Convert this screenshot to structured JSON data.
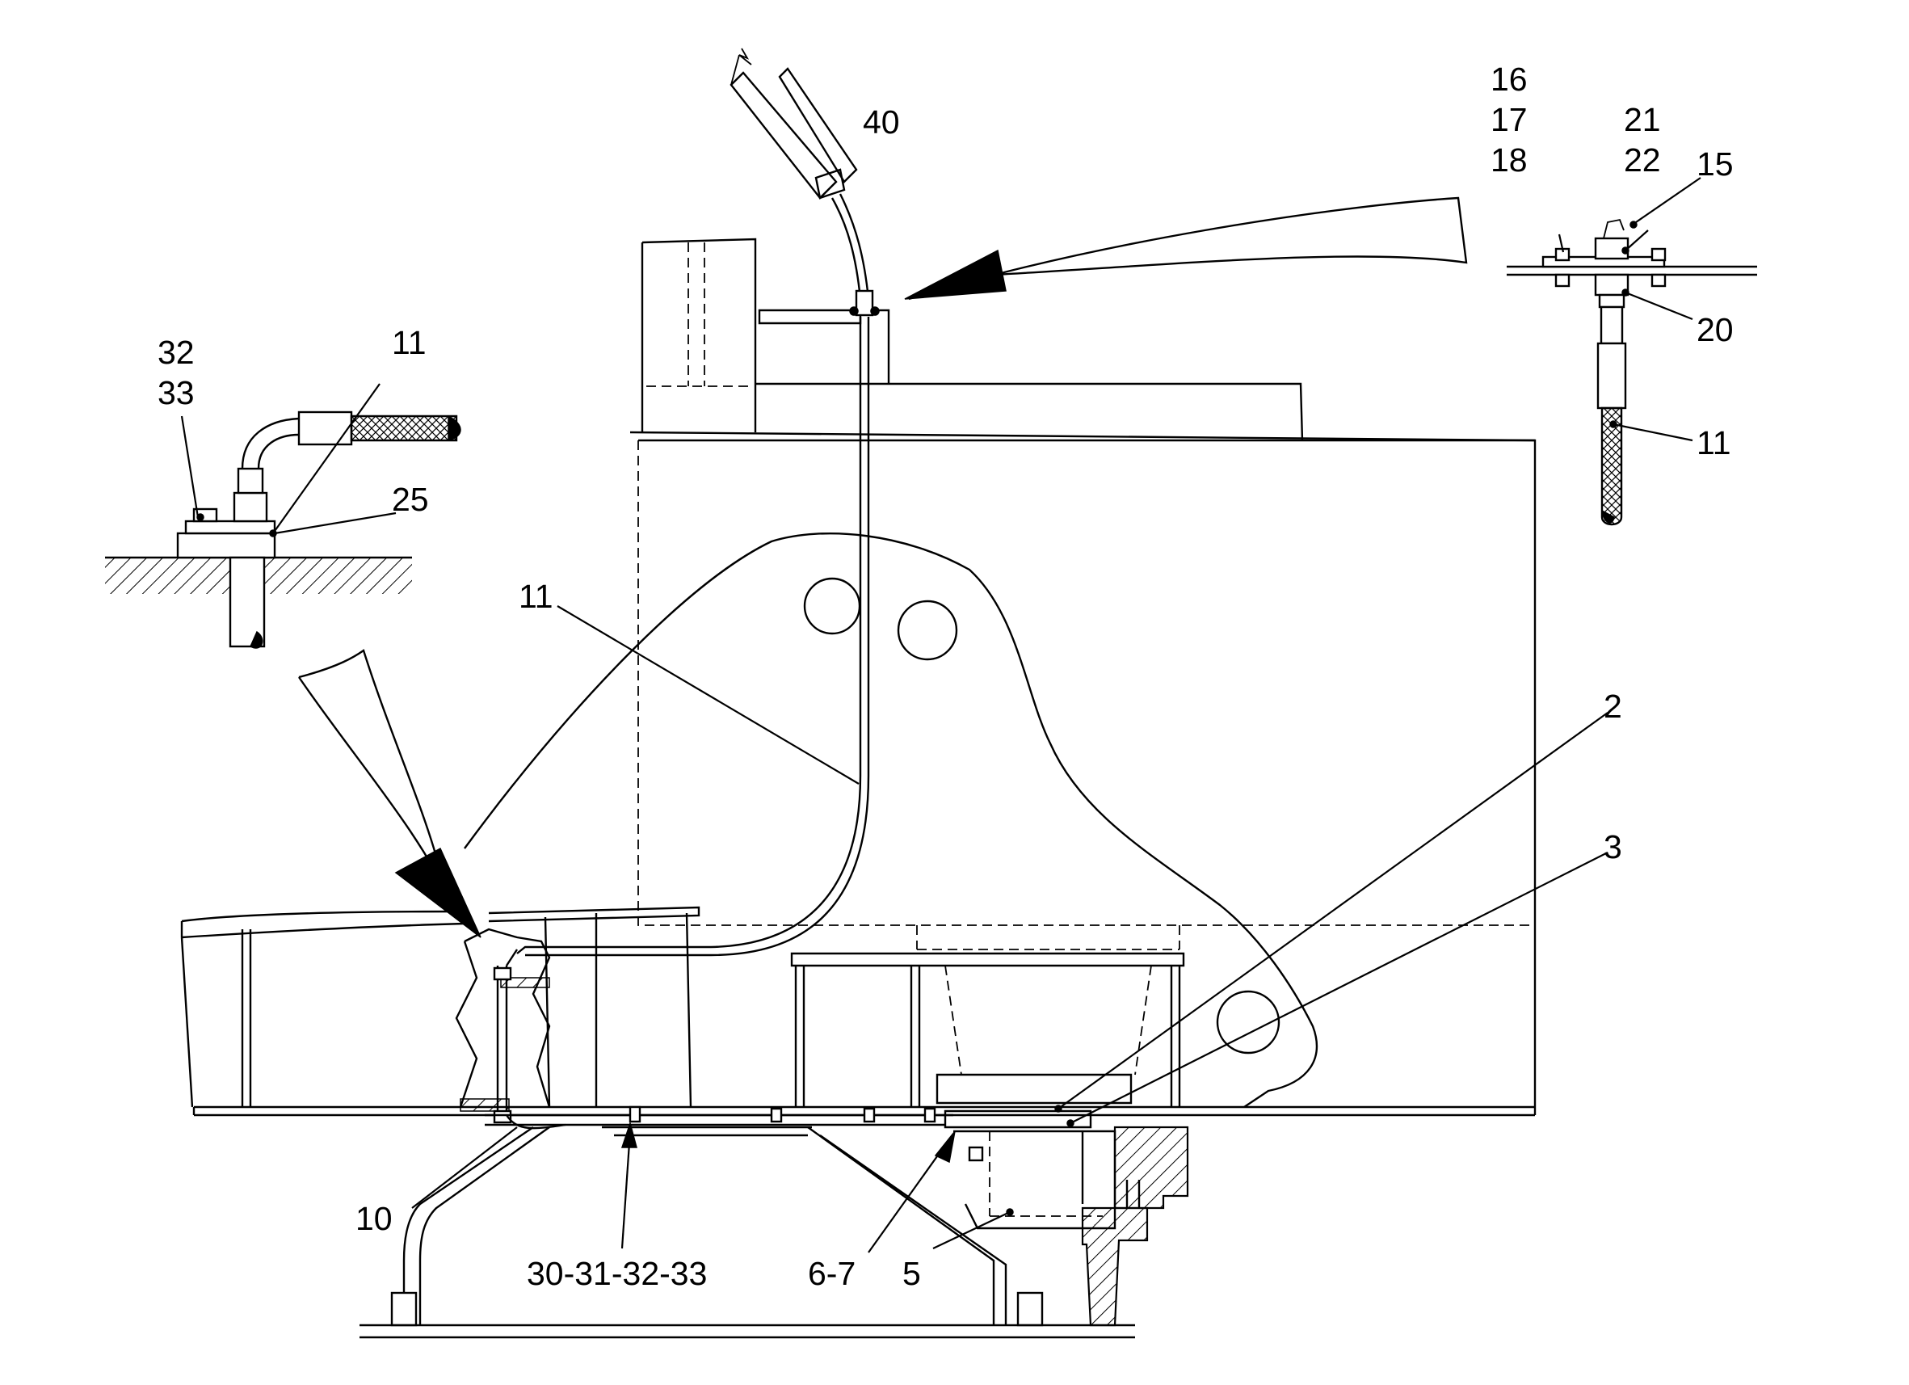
{
  "diagram": {
    "labels": {
      "callout_40": "40",
      "callout_16": "16",
      "callout_17": "17",
      "callout_18": "18",
      "callout_21": "21",
      "callout_22": "22",
      "callout_15": "15",
      "callout_20": "20",
      "callout_11_right": "11",
      "callout_32": "32",
      "callout_33": "33",
      "callout_11_left": "11",
      "callout_25": "25",
      "callout_11_main": "11",
      "callout_2": "2",
      "callout_3": "3",
      "callout_10": "10",
      "callout_30_33": "30-31-32-33",
      "callout_6_7": "6-7",
      "callout_5": "5"
    }
  }
}
